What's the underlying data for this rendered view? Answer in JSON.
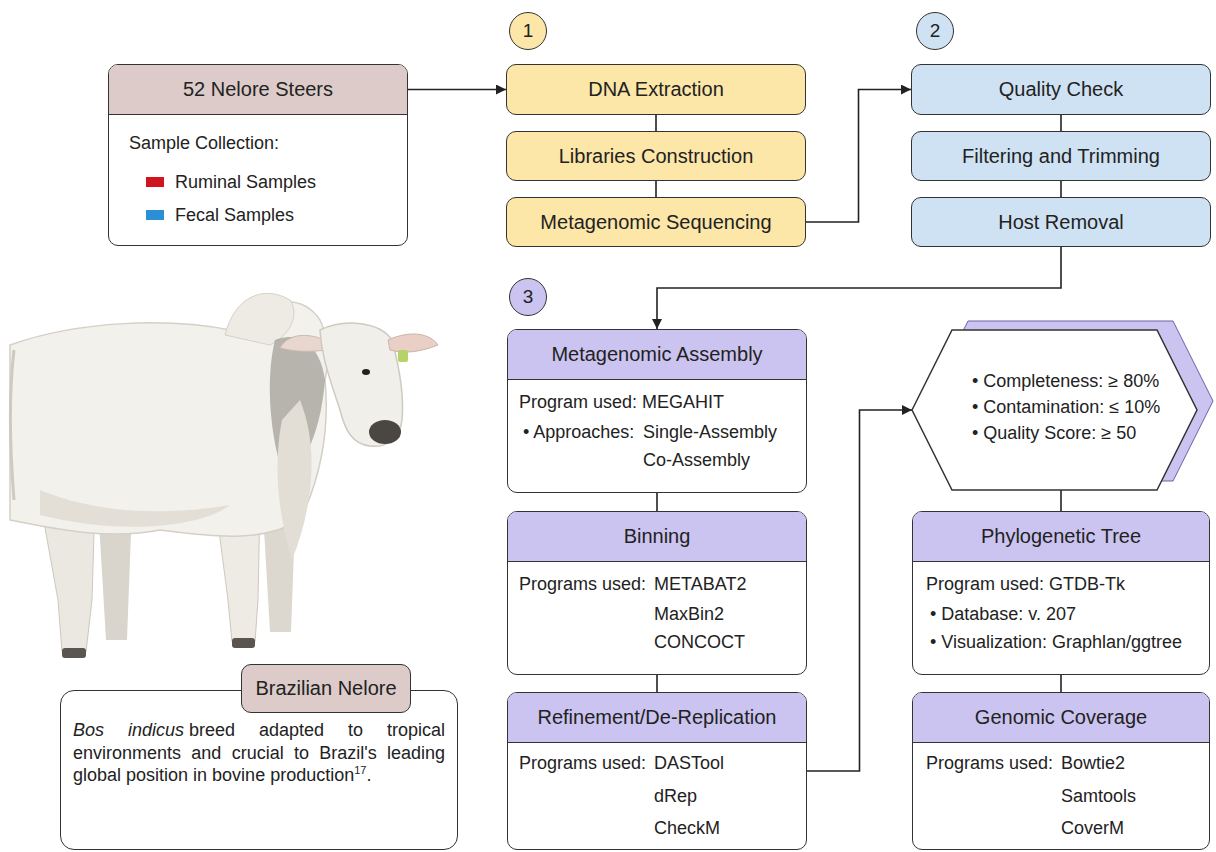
{
  "diagram": {
    "nodes": [
      {
        "text": [
          "52 Nelore Steers",
          "Sample Collection:"
        ]
      },
      {
        "text": [
          "1"
        ]
      },
      {
        "text": [
          "DNA Extraction"
        ]
      },
      {
        "text": [
          "Libraries Construction"
        ]
      },
      {
        "text": [
          "Metagenomic Sequencing"
        ]
      },
      {
        "text": [
          "2"
        ]
      },
      {
        "text": [
          "Quality Check"
        ]
      },
      {
        "text": [
          "Filtering and Trimming"
        ]
      },
      {
        "text": [
          "Host Removal"
        ]
      },
      {
        "text": [
          "3"
        ]
      },
      {
        "text": [
          "Metagenomic Assembly",
          "Program used: MEGAHIT",
          "• Approaches:",
          "Single-Assembly",
          "Co-Assembly"
        ]
      },
      {
        "text": [
          "Binning",
          "Programs used:",
          "METABAT2",
          "MaxBin2",
          "CONCOCT"
        ]
      },
      {
        "text": [
          "Refinement/De-Replication",
          "Programs used:",
          "DASTool",
          "dRep",
          "CheckM"
        ]
      },
      {
        "text": [
          "• Completeness: ≥ 80%",
          "• Contamination: ≤ 10%",
          "• Quality Score: ≥ 50"
        ]
      },
      {
        "text": [
          "Phylogenetic Tree",
          "Program used: GTDB-Tk",
          "• Database: v. 207",
          "• Visualization: Graphlan/ggtree"
        ]
      },
      {
        "text": [
          "Genomic Coverage",
          "Programs used:",
          "Bowtie2",
          "Samtools",
          "CoverM"
        ]
      },
      {
        "text": [
          "Brazilian Nelore",
          "Bos indicus",
          "breed adapted to tropical environments and crucial to Brazil's leading global position in bovine production",
          "17",
          "."
        ]
      }
    ],
    "edges": [
      {
        "from": 0,
        "to": 2,
        "arrow": "to"
      },
      {
        "from": 2,
        "to": 3,
        "arrow": "none"
      },
      {
        "from": 3,
        "to": 4,
        "arrow": "none"
      },
      {
        "from": 4,
        "to": 6,
        "arrow": "to"
      },
      {
        "from": 6,
        "to": 7,
        "arrow": "none"
      },
      {
        "from": 7,
        "to": 8,
        "arrow": "none"
      },
      {
        "from": 8,
        "to": 10,
        "arrow": "to"
      },
      {
        "from": 10,
        "to": 11,
        "arrow": "none"
      },
      {
        "from": 11,
        "to": 12,
        "arrow": "none"
      },
      {
        "from": 12,
        "to": 13,
        "arrow": "to"
      },
      {
        "from": 13,
        "to": 14,
        "arrow": "none"
      },
      {
        "from": 14,
        "to": 15,
        "arrow": "none"
      }
    ],
    "legend": [
      {
        "text": "Ruminal Samples",
        "color": "#d0151f"
      },
      {
        "text": "Fecal Samples",
        "color": "#2b8fd6"
      }
    ]
  }
}
